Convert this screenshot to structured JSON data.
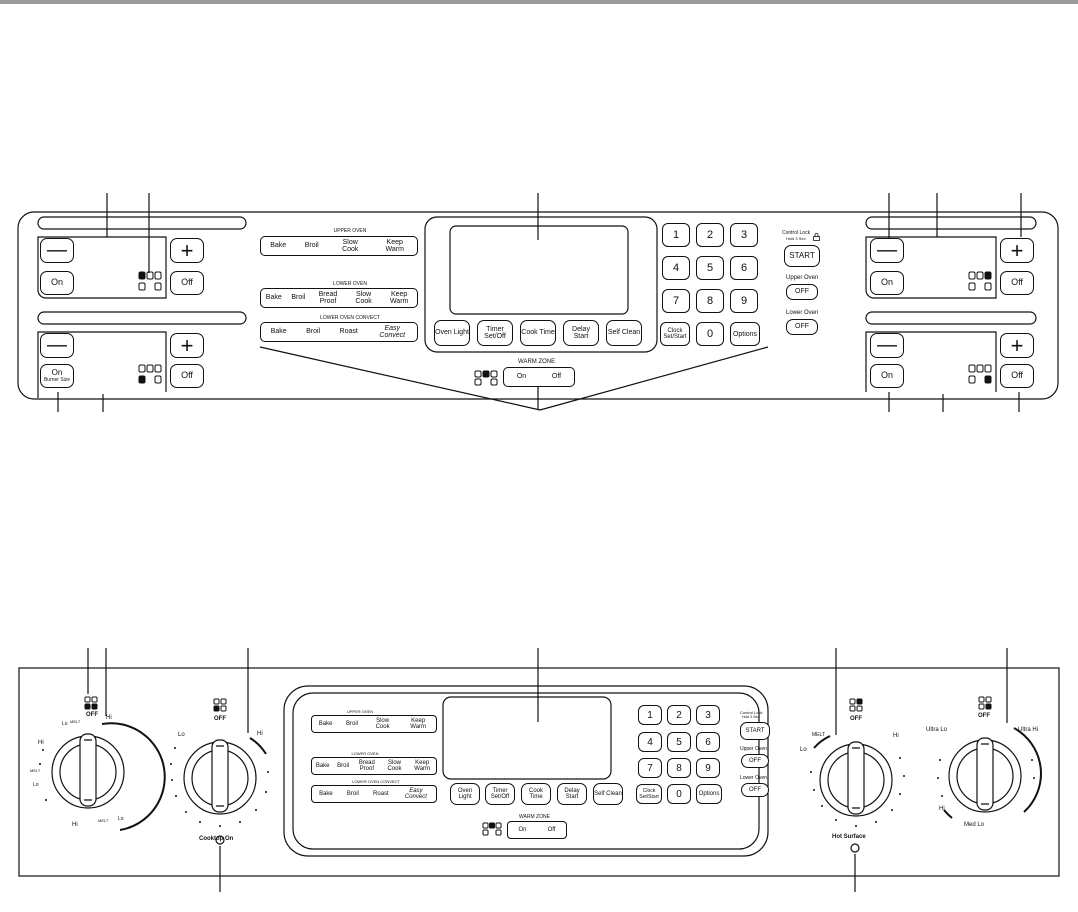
{
  "cooktop_top": {
    "minus": "—",
    "plus": "+",
    "on": "On",
    "off": "Off",
    "on_burner_size": "On",
    "burner_size": "Burner Size"
  },
  "oven_modes": {
    "upper_oven_title": "UPPER OVEN",
    "upper_buttons": [
      "Bake",
      "Broil",
      "Slow Cook",
      "Keep Warm"
    ],
    "lower_oven_title": "LOWER OVEN",
    "lower_buttons": [
      "Bake",
      "Broil",
      "Bread Proof",
      "Slow Cook",
      "Keep Warm"
    ],
    "convect_title": "LOWER OVEN CONVECT",
    "convect_buttons": [
      "Bake",
      "Broil",
      "Roast",
      "Easy Convect"
    ]
  },
  "function_buttons": [
    "Oven Light",
    "Timer Set/Off",
    "Cook Time",
    "Delay Start",
    "Self Clean"
  ],
  "keypad": [
    "1",
    "2",
    "3",
    "4",
    "5",
    "6",
    "7",
    "8",
    "9",
    "Clock Set/Start",
    "0",
    "Options"
  ],
  "control": {
    "lock_label": "Control Lock",
    "lock_hold": "Hold 3 Sec",
    "start": "START",
    "upper_oven": "Upper Oven",
    "lower_oven": "Lower Oven",
    "off": "OFF"
  },
  "warm_zone": {
    "title": "WARM ZONE",
    "on": "On",
    "off": "Off"
  },
  "knobs": {
    "off": "OFF",
    "hi": "Hi",
    "lo": "Lo",
    "melt": "MELT",
    "ultra_lo": "Ultra Lo",
    "ultra_hi": "Ultra Hi",
    "med_lo": "Med Lo"
  },
  "indicators": {
    "cooktop_on": "Cooktop On",
    "hot_surface": "Hot Surface"
  }
}
